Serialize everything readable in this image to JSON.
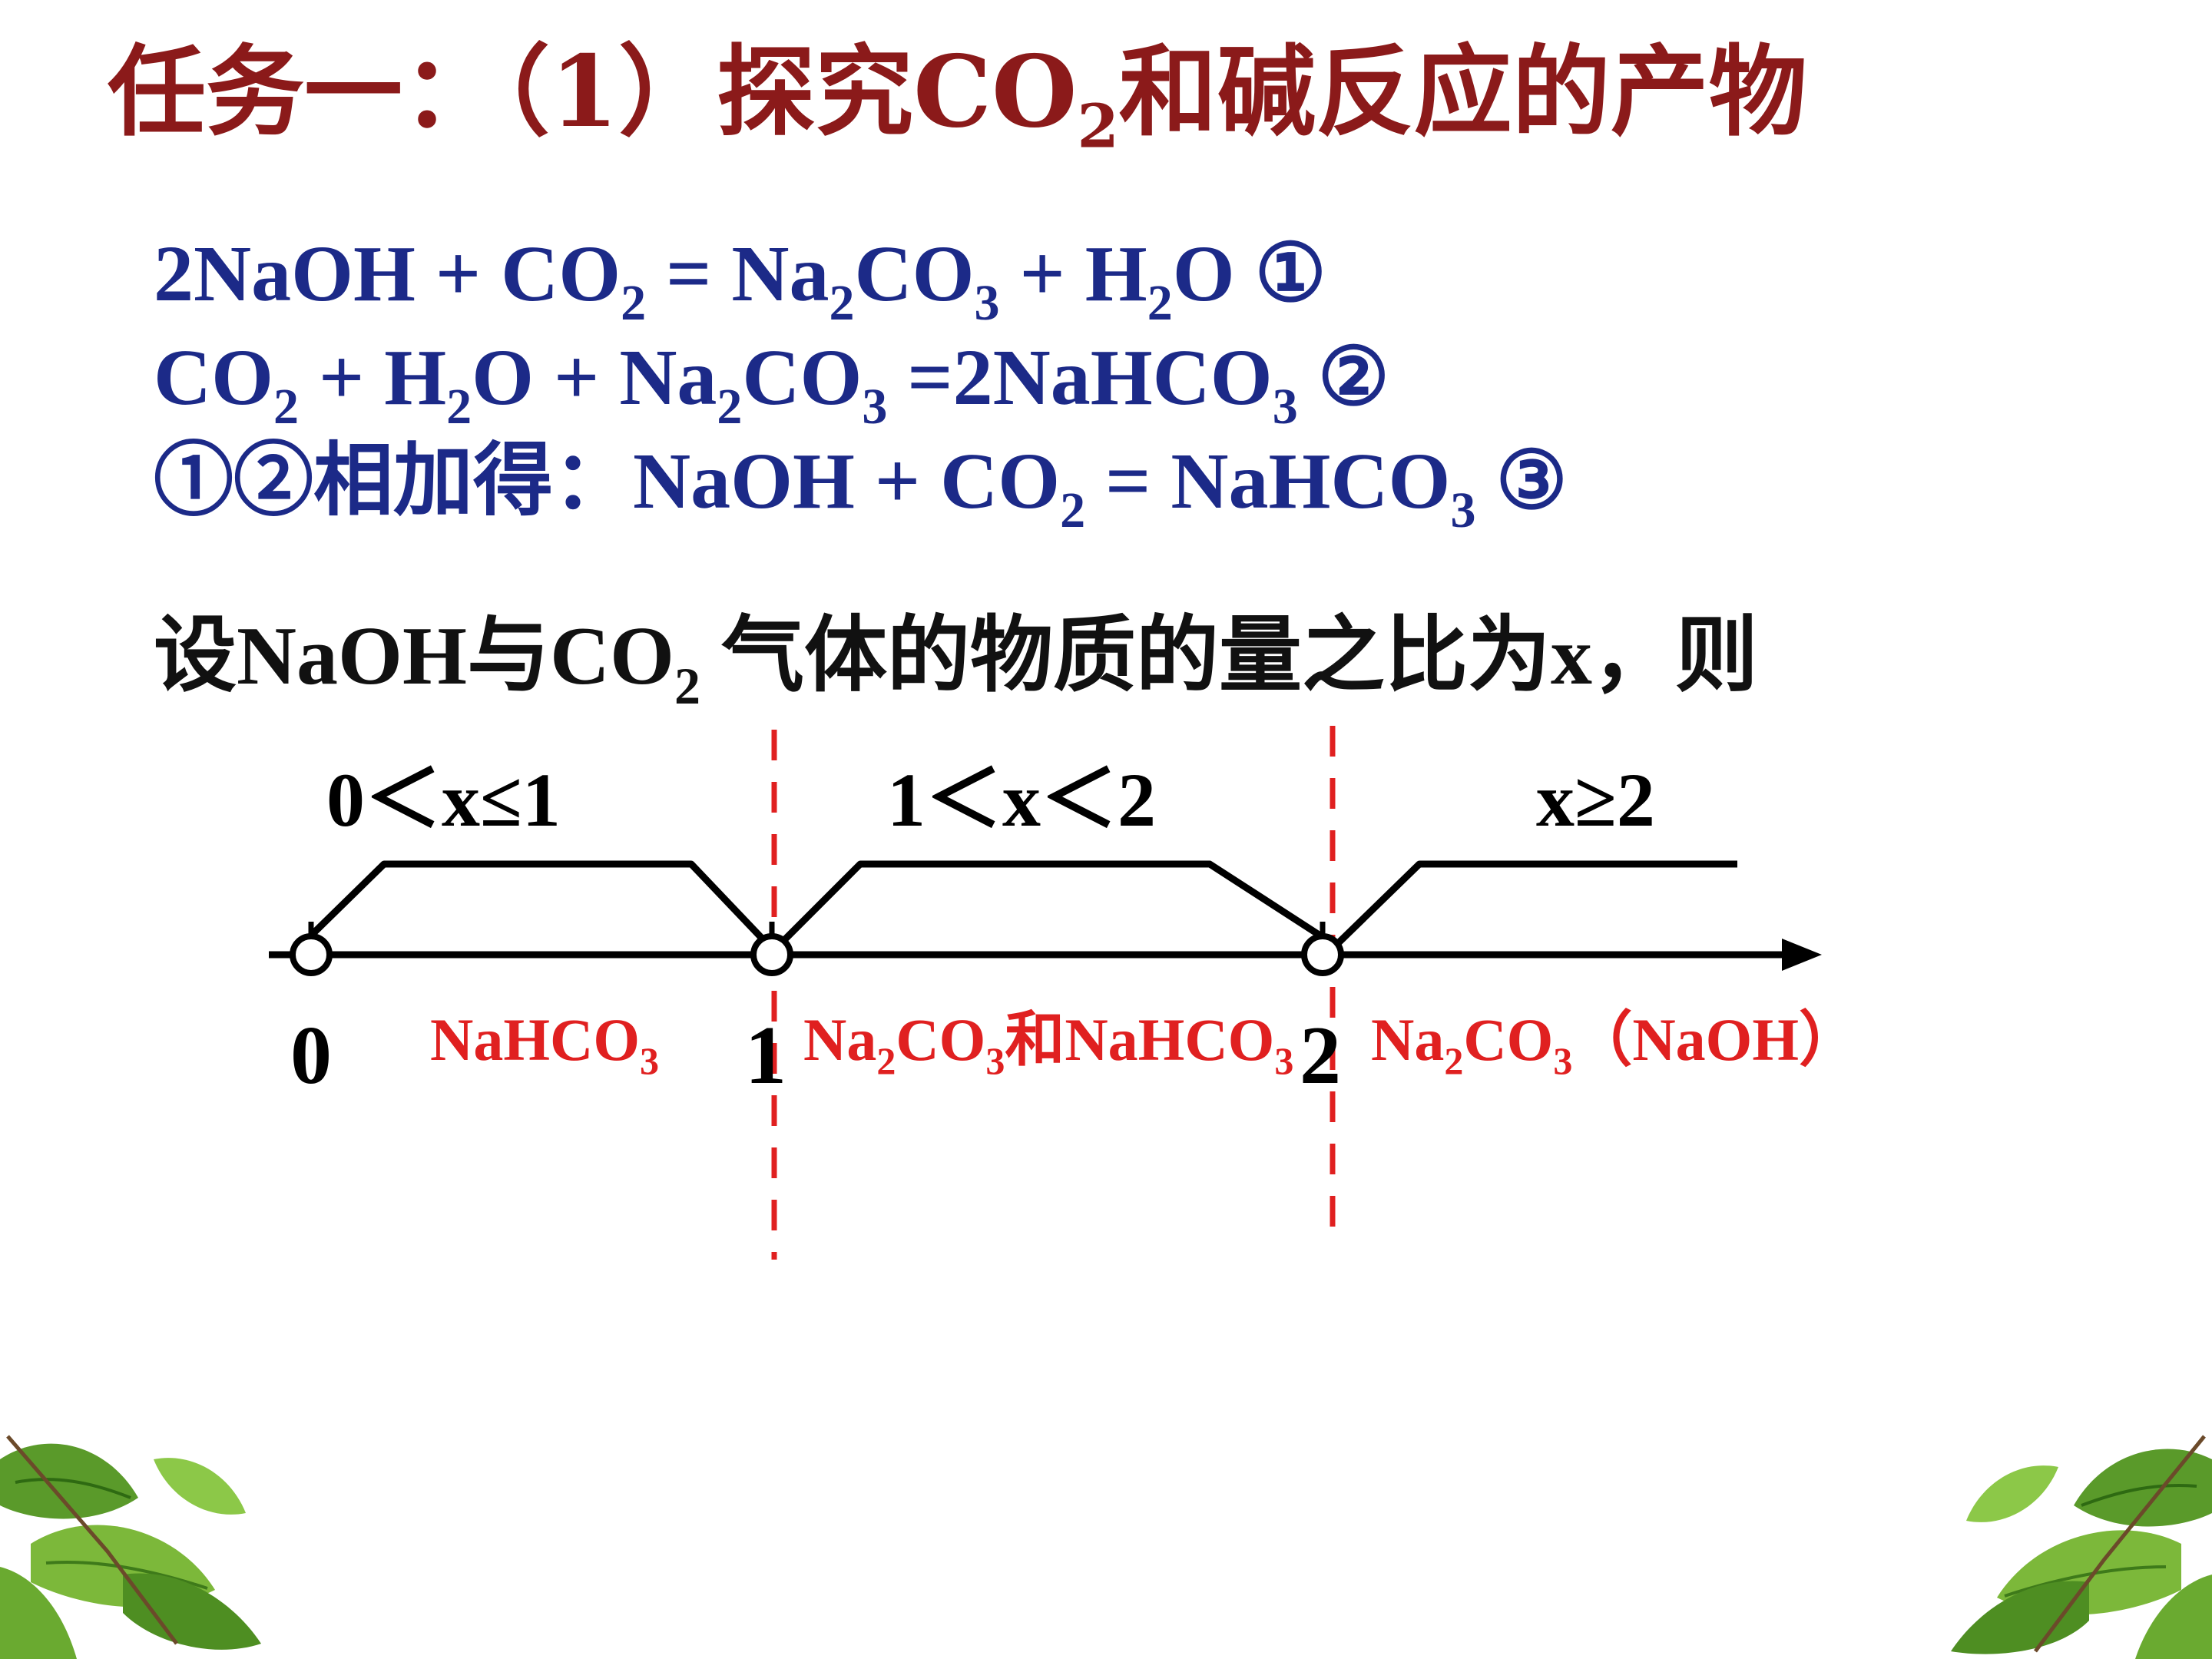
{
  "title": {
    "prefix": "任务一：（1）探究CO",
    "sub": "2",
    "suffix": "和碱反应的产物"
  },
  "equations": {
    "eq1": {
      "a": "2NaOH + CO",
      "a_sub": "2",
      "b": " = Na",
      "b_sub": "2",
      "c": "CO",
      "c_sub": "3",
      "d": " + H",
      "d_sub": "2",
      "e": "O   ①"
    },
    "eq2": {
      "a": "CO",
      "a_sub": "2",
      "b": " + H",
      "b_sub": "2",
      "c": "O + Na",
      "c_sub": "2",
      "d": "CO",
      "d_sub": "3",
      "e": " =2NaHCO",
      "e_sub": "3",
      "f": "  ②"
    },
    "eq3": {
      "a": "①②相加得：NaOH + CO",
      "a_sub": "2",
      "b": " = NaHCO",
      "b_sub": "3",
      "c": "   ③"
    }
  },
  "setline": {
    "a": "设NaOH与CO",
    "a_sub": "2",
    "b": " 气体的物质的量之比为x，则"
  },
  "number_line": {
    "ranges": {
      "r1": "0＜x≤1",
      "r2": "1＜x＜2",
      "r3": "x≥2"
    },
    "ticks": {
      "t0": "0",
      "t1": "1",
      "t2": "2"
    },
    "products": {
      "p1": {
        "a": "NaHCO",
        "a_sub": "3"
      },
      "p2": {
        "a": "Na",
        "a_sub": "2",
        "b": "CO",
        "b_sub": "3",
        "c": "和NaHCO",
        "c_sub": "3"
      },
      "p3": {
        "a": "Na",
        "a_sub": "2",
        "b": "CO",
        "b_sub": "3",
        "c": "（NaOH）"
      }
    }
  },
  "colors": {
    "title": "#8b1a1a",
    "equations": "#1c2a88",
    "products": "#e02020",
    "divider": "#e02020",
    "line": "#000000"
  }
}
